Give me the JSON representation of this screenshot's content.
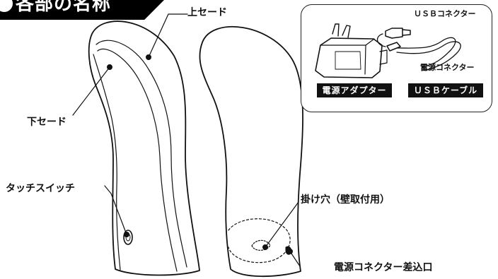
{
  "title": "各部の名称",
  "labels": {
    "upper_shade": "上セード",
    "lower_shade": "下セード",
    "touch_switch": "タッチスイッチ",
    "wall_hole": "掛け穴（壁取付用）",
    "power_connector_port": "電源コネクター差込口"
  },
  "accessories": {
    "usb_connector": "ＵＳＢコネクター",
    "power_connector": "電源コネクター",
    "adapter_label": "電源アダプター",
    "cable_label": "ＵＳＢケーブル"
  }
}
